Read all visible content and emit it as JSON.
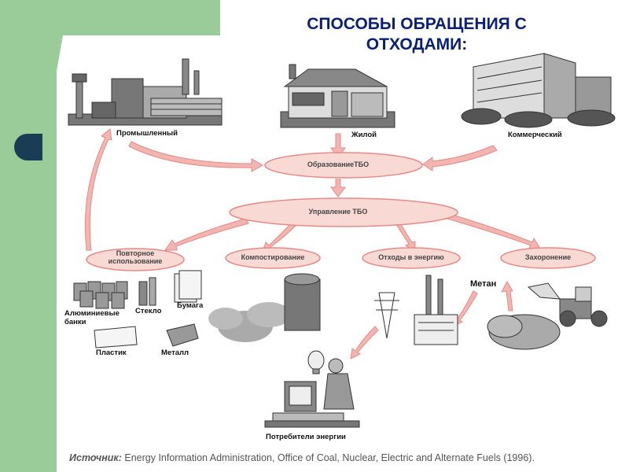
{
  "slide": {
    "title": "СПОСОБЫ ОБРАЩЕНИЯ С ОТХОДАМИ:"
  },
  "diagram": {
    "sources": {
      "industrial": "Промышленный",
      "residential": "Жилой",
      "commercial": "Коммерческий"
    },
    "generation": "ОбразованиеТБО",
    "management": "Управление ТБО",
    "methods": {
      "reuse": "Повторное использование",
      "composting": "Компостирование",
      "waste_to_energy": "Отходы в энергию",
      "landfill": "Захоронение"
    },
    "materials": {
      "aluminum": "Алюминиевые банки",
      "glass": "Стекло",
      "paper": "Бумага",
      "plastic": "Пластик",
      "metal": "Металл"
    },
    "methane": "Метан",
    "consumers": "Потребители энергии"
  },
  "source": {
    "label": "Источник:",
    "text": "Energy Information Administration, Office of Coal, Nuclear, Electric and Alternate Fuels (1996)."
  },
  "colors": {
    "green_panel": "#99cc99",
    "title_blue": "#0a1f78",
    "oval_fill": "#f9d9d4",
    "oval_stroke": "#e58a86",
    "arrow_fill": "#f3b5b0",
    "nav_button": "#1a3c55"
  }
}
